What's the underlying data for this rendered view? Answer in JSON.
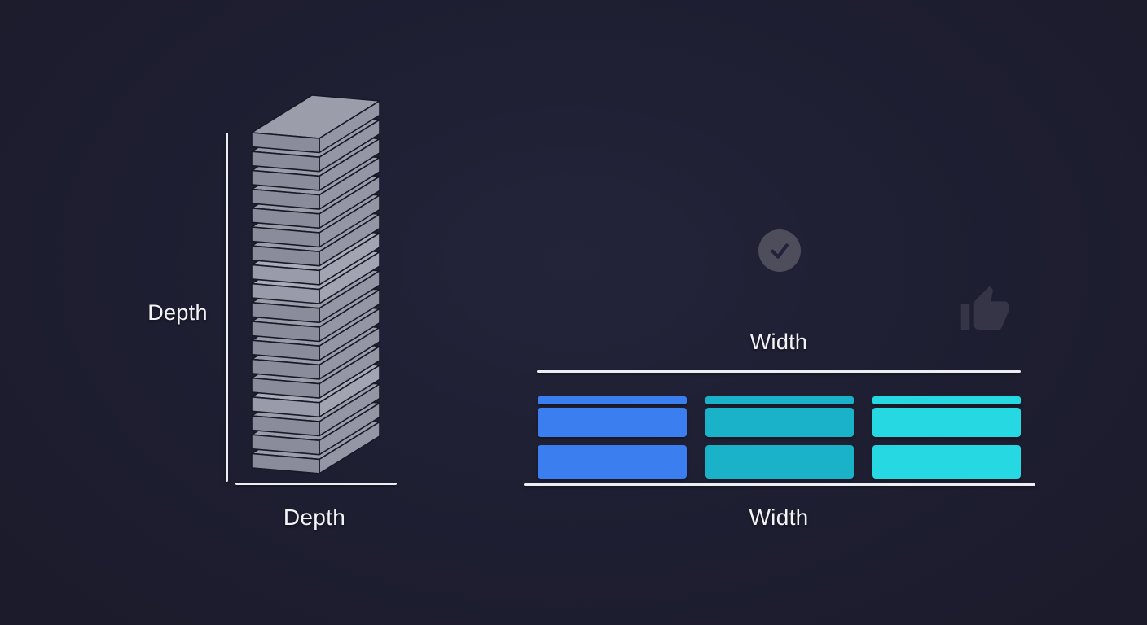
{
  "colors": {
    "background": "#1e1e31",
    "line": "#eceef3",
    "text": "#f3f4f7",
    "stack_top": "#9c9dab",
    "stack_front": "#8a8b9b",
    "stack_side": "#9596a5",
    "stack_top_light": "#abacb9",
    "stack_front_light": "#9a9baa",
    "stack_side_light": "#a3a4b2",
    "stack_seam": "#181827",
    "check_circle": "#4d4d5c",
    "check_mark": "#22223a",
    "thumb": "#3a3a4b"
  },
  "left_diagram": {
    "axis_label": "Depth",
    "caption": "Depth",
    "layer_count": 18,
    "light_layers": [
      7,
      8,
      14
    ]
  },
  "right_diagram": {
    "heading": "Width",
    "caption": "Width",
    "columns": [
      {
        "name": "blue-column",
        "color": "#3b7ef0"
      },
      {
        "name": "teal-column",
        "color": "#1ab2c8"
      },
      {
        "name": "cyan-column",
        "color": "#25d8e2"
      }
    ],
    "rows": [
      {
        "kind": "thin"
      },
      {
        "kind": "medium"
      },
      {
        "kind": "large"
      }
    ]
  },
  "icons": {
    "check": "checkmark-circle",
    "thumbs_up": "thumbs-up"
  }
}
